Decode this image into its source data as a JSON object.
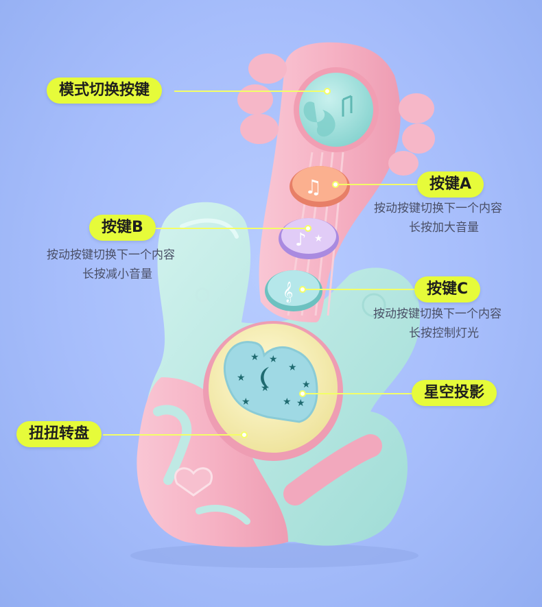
{
  "labels": {
    "mode_switch": "模式切换按键",
    "button_a": {
      "title": "按键A",
      "line1": "按动按键切换下一个内容",
      "line2": "长按加大音量"
    },
    "button_b": {
      "title": "按键B",
      "line1": "按动按键切换下一个内容",
      "line2": "长按减小音量"
    },
    "button_c": {
      "title": "按键C",
      "line1": "按动按键切换下一个内容",
      "line2": "长按控制灯光"
    },
    "projector": "星空投影",
    "turntable": "扭扭转盘"
  },
  "colors": {
    "background": "#a6bdfb",
    "tag": "#e6fb3a",
    "body_pink": "#f6b7c8",
    "body_mint": "#bfe9e4",
    "dial_yellow": "#f7f0b8",
    "button_orange": "#f99a78",
    "button_purple": "#d8bff5",
    "button_teal": "#a8dfe6"
  }
}
